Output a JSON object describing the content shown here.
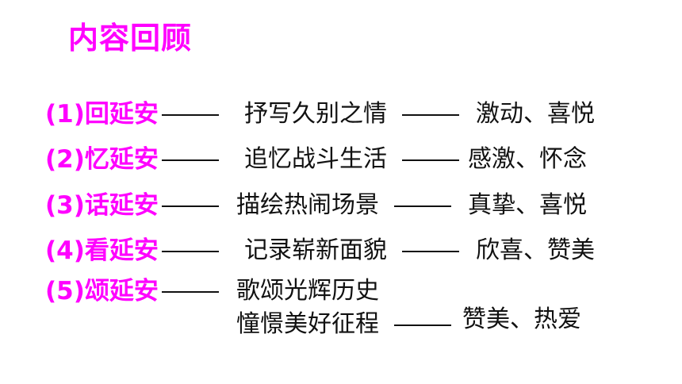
{
  "title": "内容回顾",
  "rows": [
    {
      "label": "(1)回延安",
      "lines": [
        "抒写久别之情"
      ],
      "feeling": "激动、喜悦"
    },
    {
      "label": "(2)忆延安",
      "lines": [
        "追忆战斗生活"
      ],
      "feeling": "感激、怀念"
    },
    {
      "label": "(3)话延安",
      "lines": [
        "描绘热闹场景"
      ],
      "feeling": "真挚、喜悦"
    },
    {
      "label": "(4)看延安",
      "lines": [
        "记录崭新面貌"
      ],
      "feeling": "欣喜、赞美"
    },
    {
      "label": "(5)颂延安",
      "lines": [
        "歌颂光辉历史",
        "憧憬美好征程"
      ],
      "feeling": "赞美、热爱"
    }
  ],
  "colors": {
    "accent": "#ff00ff",
    "text": "#111111",
    "background": "#ffffff"
  }
}
